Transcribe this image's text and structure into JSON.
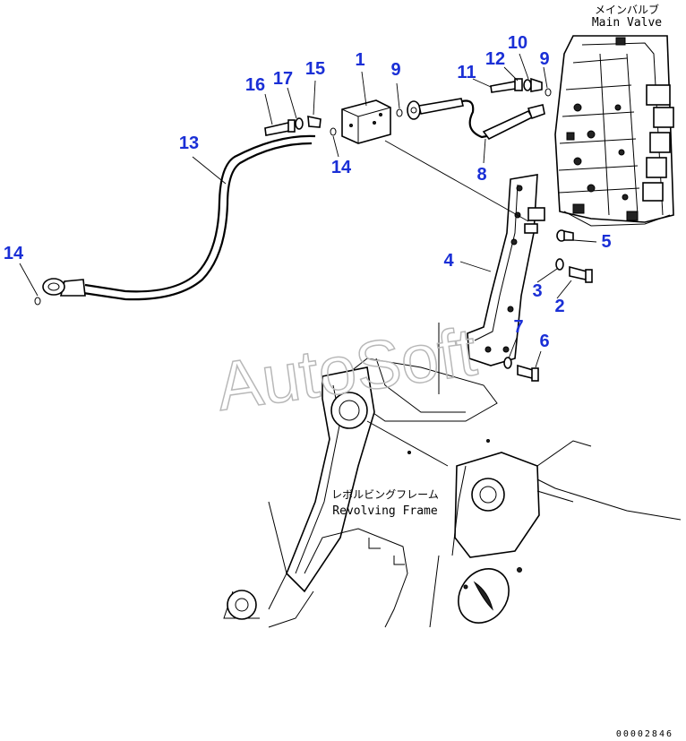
{
  "labels": {
    "main_valve_jp": "メインバルブ",
    "main_valve_en": "Main Valve",
    "frame_jp": "レボルビングフレーム",
    "frame_en": "Revolving Frame",
    "watermark": "AutoSoft",
    "drawing_number": "00002846"
  },
  "callouts": [
    "1",
    "9",
    "11",
    "12",
    "10",
    "9",
    "16",
    "17",
    "15",
    "13",
    "14",
    "8",
    "4",
    "5",
    "14",
    "3",
    "2",
    "7",
    "6"
  ]
}
